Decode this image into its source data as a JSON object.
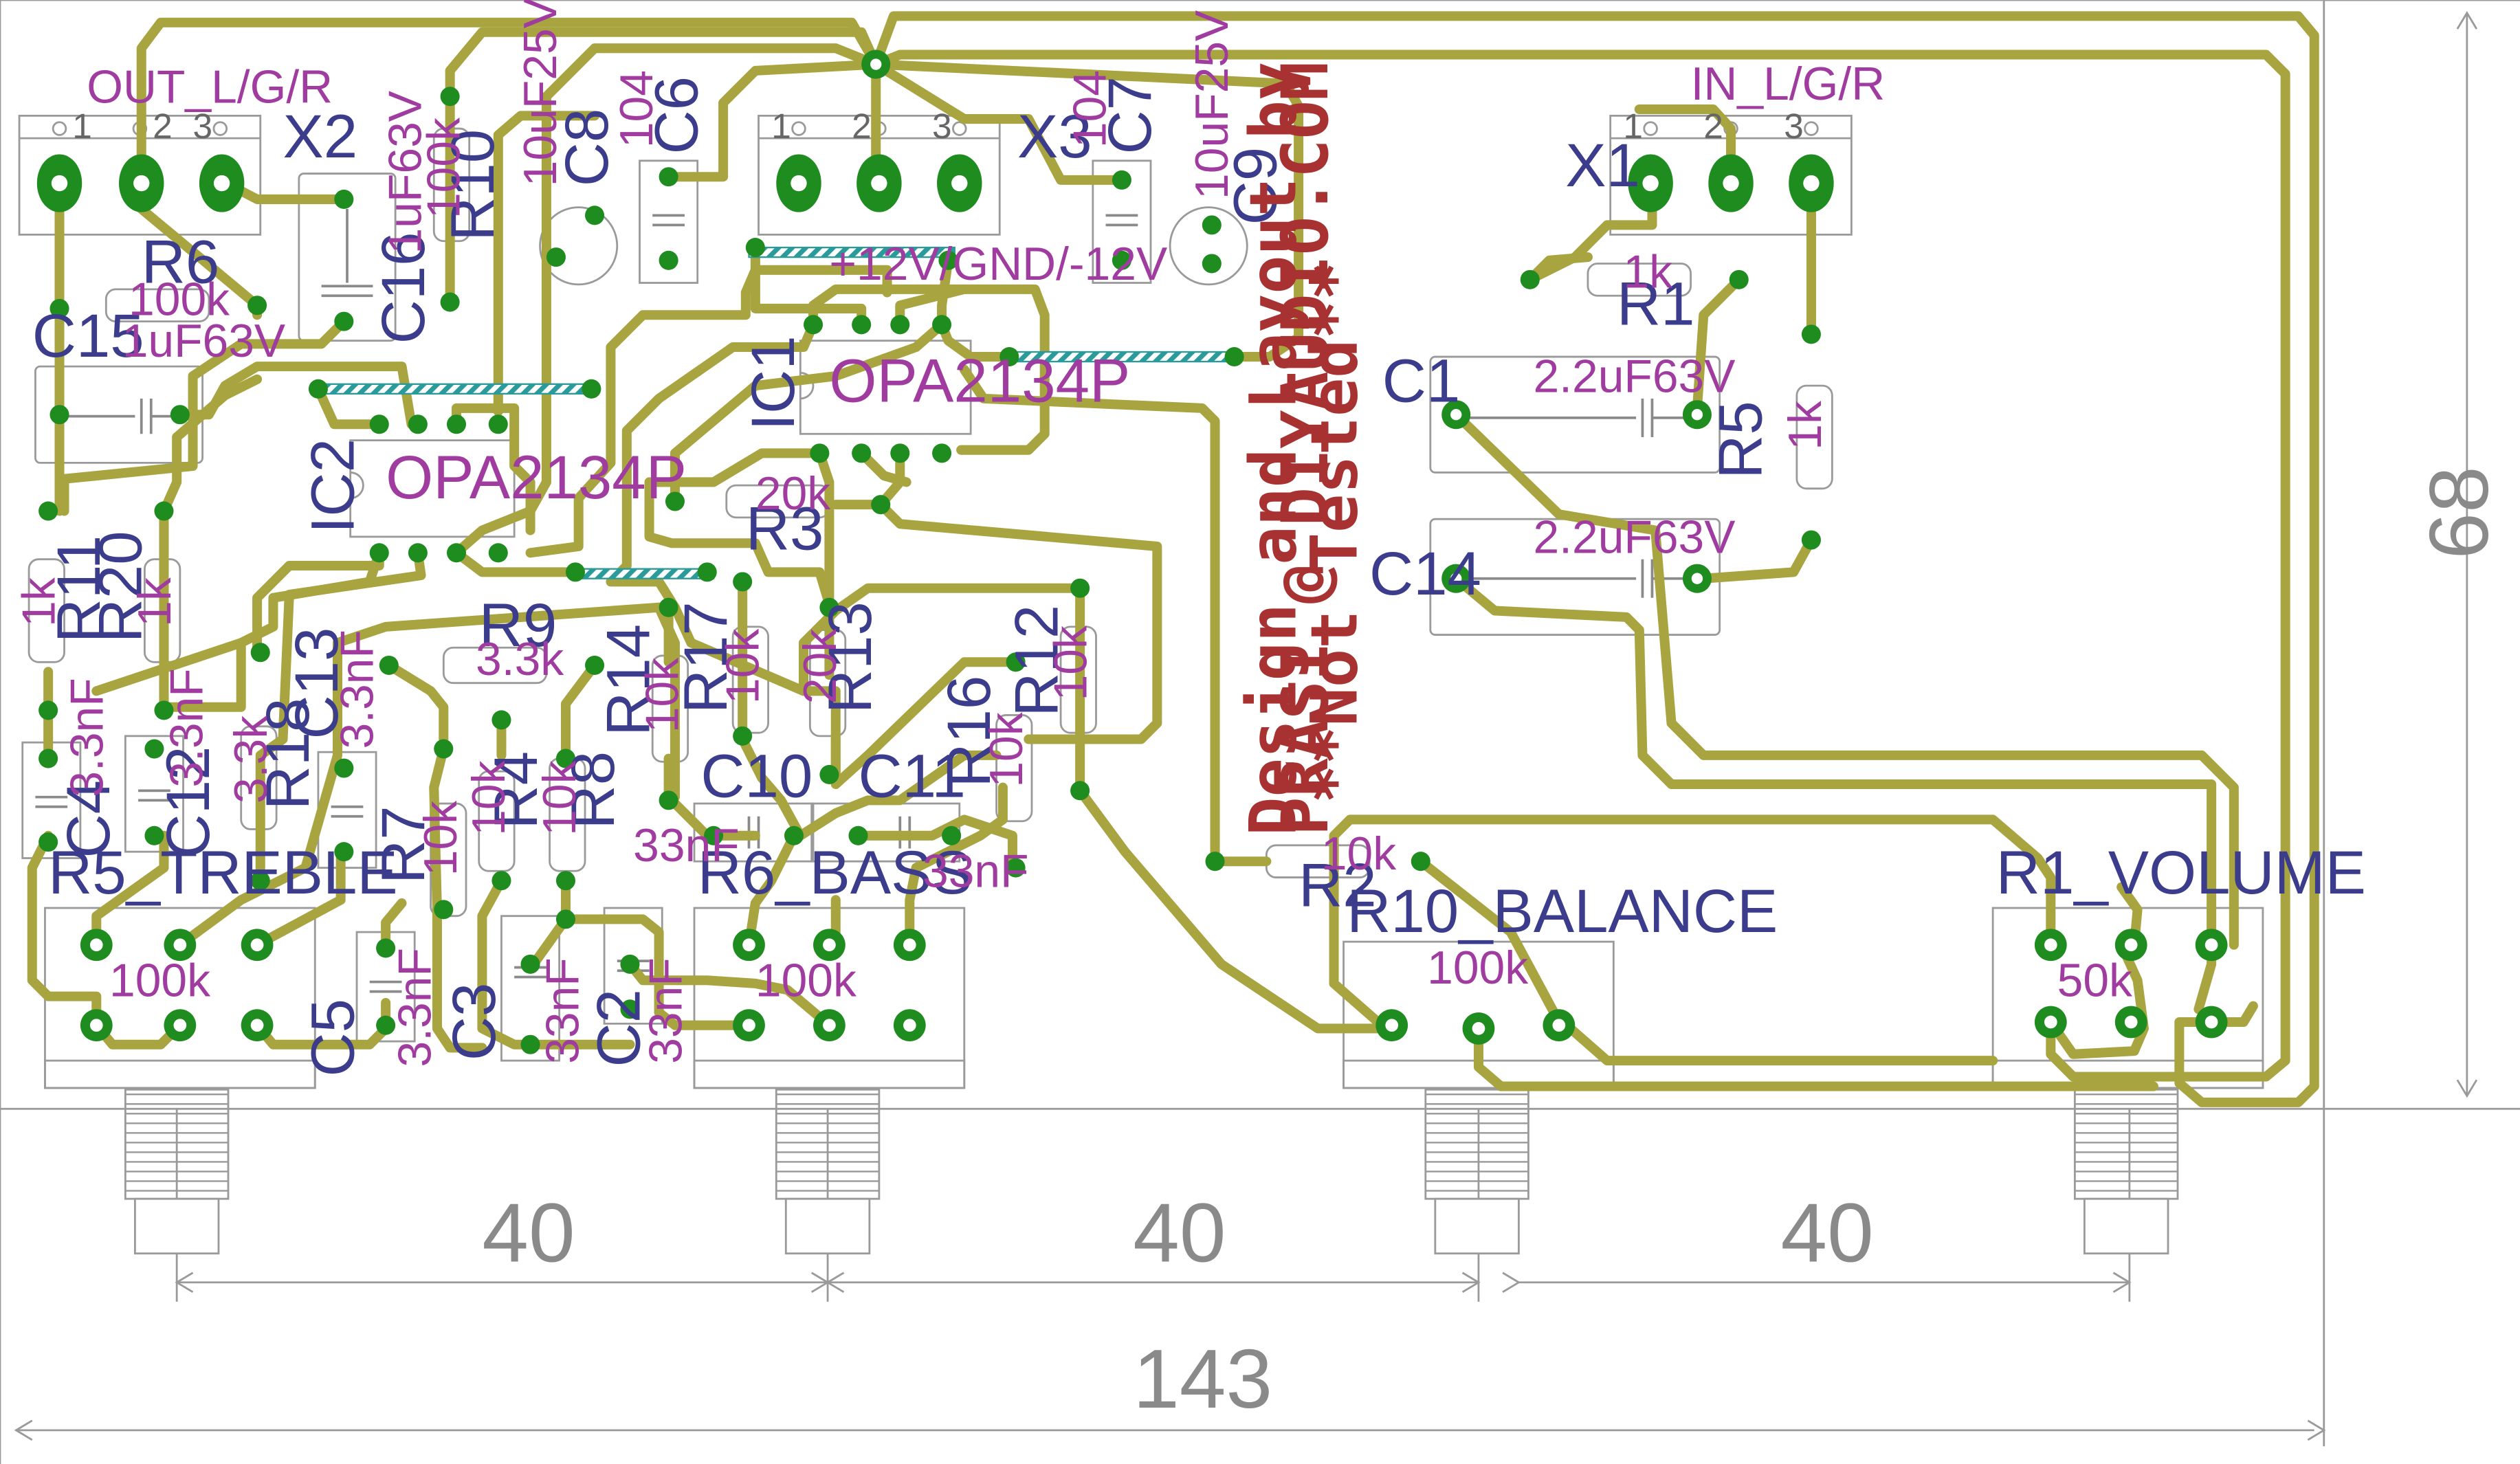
{
  "dimensions": {
    "top": "40",
    "middle": "40",
    "right": "40",
    "total_width": "143",
    "height": "68"
  },
  "connectors": {
    "x2": {
      "designator": "X2",
      "label": "OUT_L/G/R",
      "pins": [
        "1",
        "2",
        "3"
      ]
    },
    "x3": {
      "designator": "X3",
      "label": "+12V/GND/-12V",
      "pins": [
        "1",
        "2",
        "3"
      ]
    },
    "x1": {
      "designator": "X1",
      "label": "IN_L/G/R",
      "pins": [
        "1",
        "2",
        "3"
      ]
    }
  },
  "chips": {
    "ic1": {
      "designator": "IC1",
      "part": "OPA2134P"
    },
    "ic2": {
      "designator": "IC2",
      "part": "OPA2134P"
    }
  },
  "resistors": {
    "r1": {
      "designator": "R1",
      "value": "1k"
    },
    "r2": {
      "designator": "R2",
      "value": "10k"
    },
    "r3": {
      "designator": "R3",
      "value": "20k"
    },
    "r4": {
      "designator": "R4",
      "value": "10k"
    },
    "r5": {
      "designator": "R5",
      "value": "1k"
    },
    "r6": {
      "designator": "R6",
      "value": "100k"
    },
    "r7": {
      "designator": "R7",
      "value": "10k"
    },
    "r8": {
      "designator": "R8",
      "value": "10k"
    },
    "r9": {
      "designator": "R9",
      "value": "3.3k"
    },
    "r10": {
      "designator": "R10",
      "value": "100k"
    },
    "r11": {
      "designator": "R11",
      "value": "1k"
    },
    "r12": {
      "designator": "R12",
      "value": "10k"
    },
    "r13": {
      "designator": "R13",
      "value": "20k"
    },
    "r14": {
      "designator": "R14",
      "value": "10k"
    },
    "r16": {
      "designator": "R16",
      "value": "10k"
    },
    "r17": {
      "designator": "R17",
      "value": "10k"
    },
    "r18": {
      "designator": "R18",
      "value": "3.3k"
    },
    "r20": {
      "designator": "R20",
      "value": "1k"
    }
  },
  "capacitors": {
    "c1": {
      "designator": "C1",
      "value": "2.2uF63V"
    },
    "c14": {
      "designator": "C14",
      "value": "2.2uF63V"
    },
    "c15": {
      "designator": "C15",
      "value": "1uF63V"
    },
    "c16": {
      "designator": "C16",
      "value": "1uF63V"
    },
    "c8": {
      "designator": "C8",
      "value": "10uF25V"
    },
    "c9": {
      "designator": "C9",
      "value": "10uF25V"
    },
    "c6": {
      "designator": "C6",
      "value": "104"
    },
    "c7": {
      "designator": "C7",
      "value": "104"
    },
    "c4": {
      "designator": "C4",
      "value": "3.3nF"
    },
    "c12": {
      "designator": "C12",
      "value": "3.3nF"
    },
    "c13": {
      "designator": "C13",
      "value": "3.3nF"
    },
    "c5": {
      "designator": "C5",
      "value": "3.3nF"
    },
    "c3": {
      "designator": "C3",
      "value": "33nF"
    },
    "c2": {
      "designator": "C2",
      "value": "33nF"
    },
    "c10": {
      "designator": "C10",
      "value": "33nF"
    },
    "c11": {
      "designator": "C11",
      "value": "33nF"
    }
  },
  "potentiometers": {
    "treble": {
      "designator": "R5_TREBLE",
      "value": "100k"
    },
    "bass": {
      "designator": "R6_BASS",
      "value": "100k"
    },
    "balance": {
      "designator": "R10_BALANCE",
      "value": "100k"
    },
    "volume": {
      "designator": "R1_VOLUME",
      "value": "50k"
    }
  },
  "credit": {
    "line1": "Design and Layout by",
    "line2": "PRASI @ DIYAUDIO.COM",
    "line3": "**Not Tested**"
  },
  "colors": {
    "trace": "#a8a440",
    "pad_ring": "#1e8c1e",
    "pad_center": "#ffffff",
    "outline": "#8a8a8a",
    "designator_text": "#3c3c8c",
    "value_text": "#a03ca0",
    "jumper": "#2a9a9a",
    "credit_text": "#a83232"
  }
}
